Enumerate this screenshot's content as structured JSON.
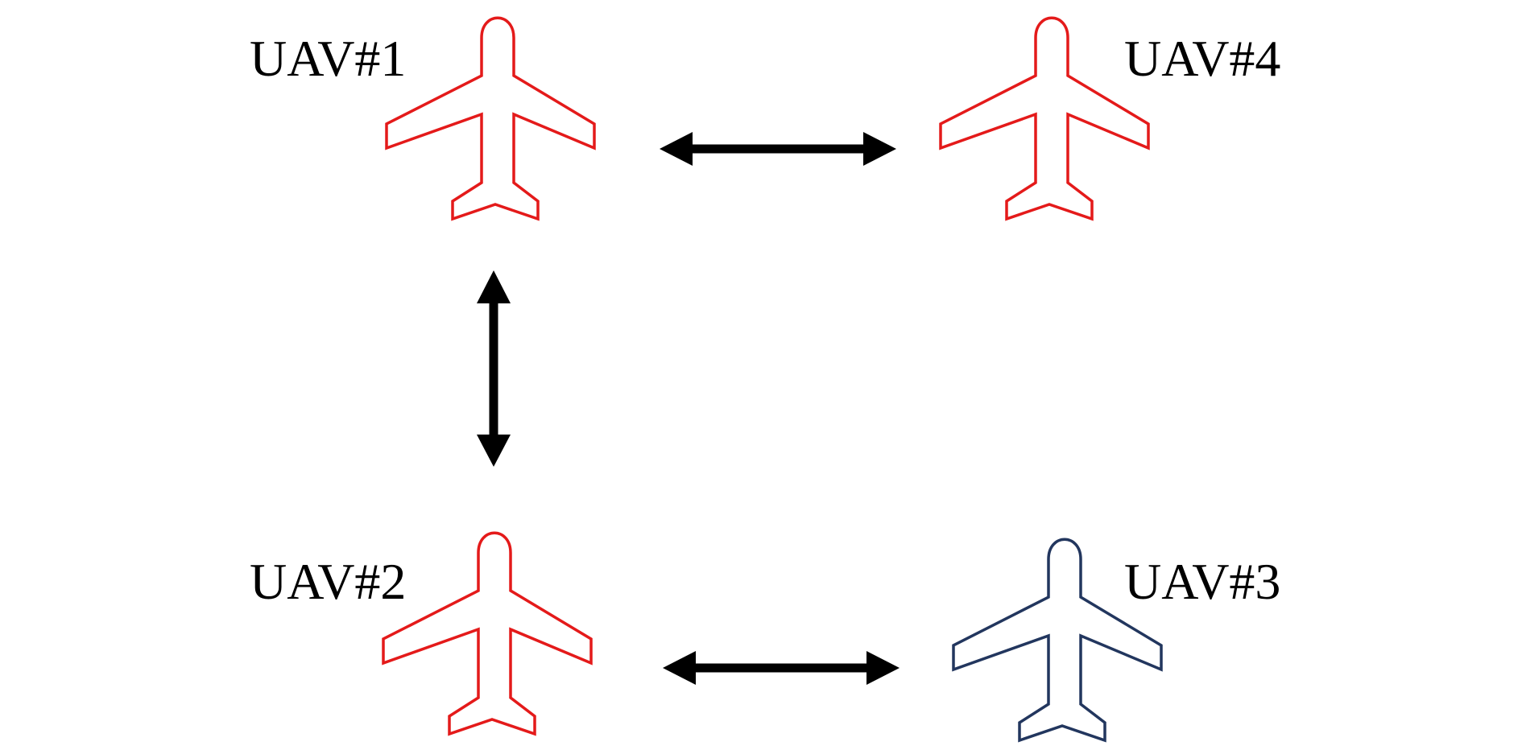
{
  "colors": {
    "active": "#e41a1a",
    "inactive": "#22365e",
    "link": "#000000",
    "background": "#ffffff"
  },
  "uavs": [
    {
      "id": "uav-1",
      "label": "UAV#1",
      "status_color": "active",
      "icon": "airplane-icon"
    },
    {
      "id": "uav-4",
      "label": "UAV#4",
      "status_color": "active",
      "icon": "airplane-icon"
    },
    {
      "id": "uav-2",
      "label": "UAV#2",
      "status_color": "active",
      "icon": "airplane-icon"
    },
    {
      "id": "uav-3",
      "label": "UAV#3",
      "status_color": "inactive",
      "icon": "airplane-icon"
    }
  ],
  "links": [
    {
      "from": "UAV#1",
      "to": "UAV#4",
      "direction": "bidirectional",
      "icon": "double-arrow-icon"
    },
    {
      "from": "UAV#1",
      "to": "UAV#2",
      "direction": "bidirectional",
      "icon": "double-arrow-icon"
    },
    {
      "from": "UAV#2",
      "to": "UAV#3",
      "direction": "bidirectional",
      "icon": "double-arrow-icon"
    }
  ]
}
